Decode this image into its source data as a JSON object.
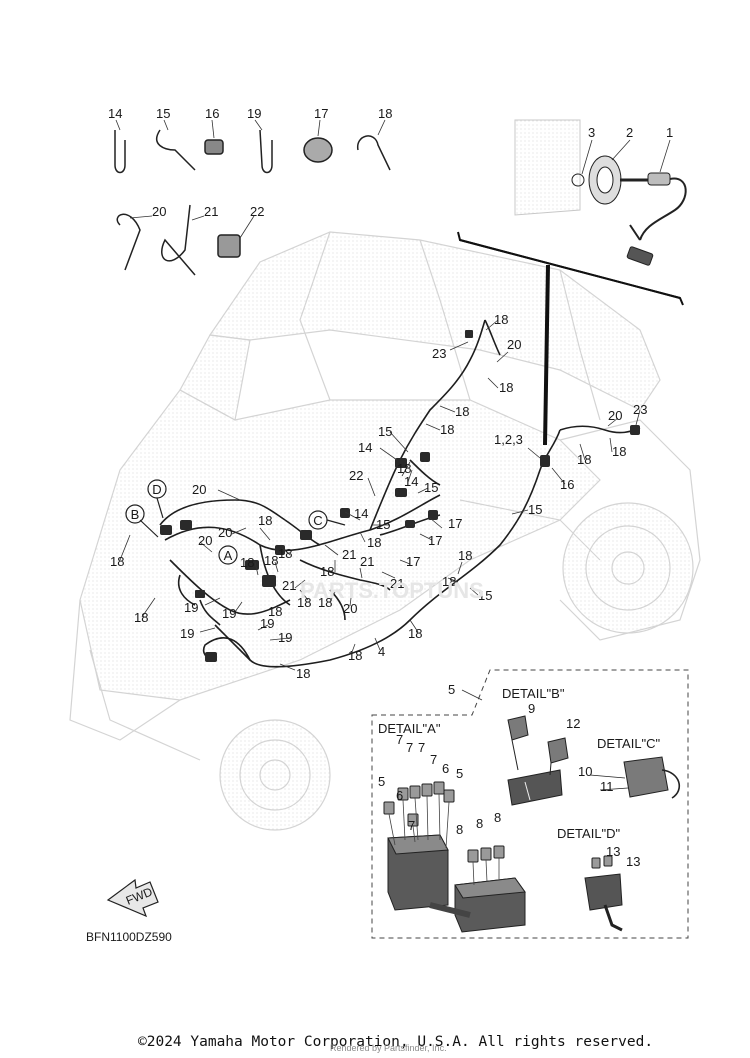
{
  "diagram_code": "BFN1100DZ590",
  "fwd_label": "FWD",
  "copyright": "©2024 Yamaha Motor Corporation, U.S.A. All rights reserved.",
  "rendered_by": "Rendered by Partsfinder, Inc.",
  "watermark": "PARTS.TOPTUNS",
  "details": {
    "a": "DETAIL\"A\"",
    "b": "DETAIL\"B\"",
    "c": "DETAIL\"C\"",
    "d": "DETAIL\"D\""
  },
  "callouts": [
    "A",
    "B",
    "C",
    "D"
  ],
  "part_labels": {
    "n1": "1",
    "n2": "2",
    "n3": "3",
    "n123": "1,2,3",
    "n4": "4",
    "n5": "5",
    "n6": "6",
    "n7": "7",
    "n8": "8",
    "n9": "9",
    "n10": "10",
    "n11": "11",
    "n12": "12",
    "n13": "13",
    "n14": "14",
    "n15": "15",
    "n16": "16",
    "n17": "17",
    "n18": "18",
    "n19": "19",
    "n20": "20",
    "n21": "21",
    "n22": "22",
    "n23": "23"
  }
}
